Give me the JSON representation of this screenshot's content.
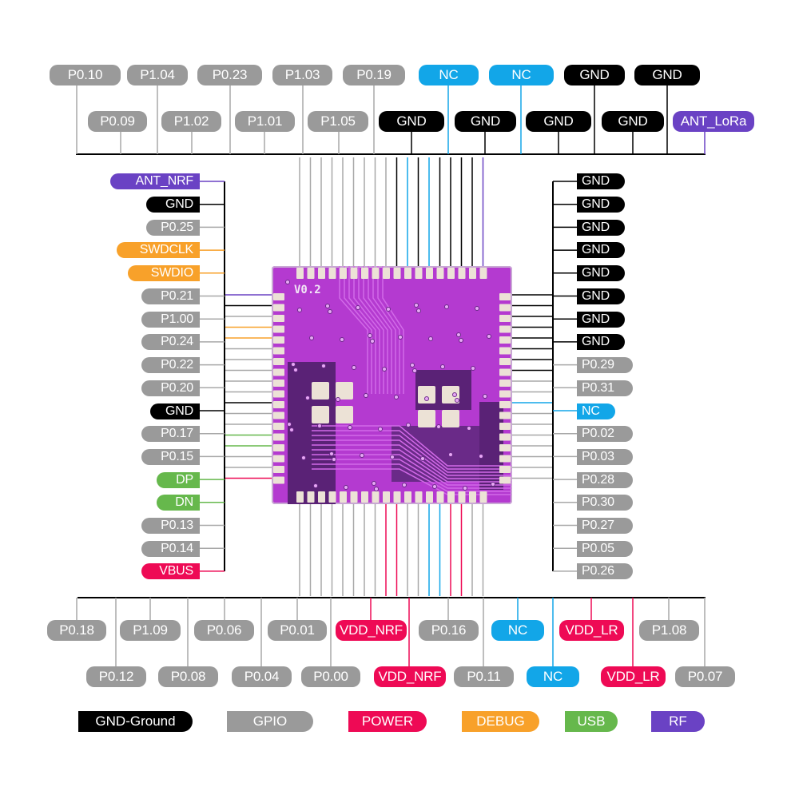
{
  "title": "Pinout diagram",
  "colors": {
    "GND": "#000000",
    "GPIO": "#9a9a9a",
    "POWER": "#ee0a55",
    "DEBUG": "#f8a12a",
    "USB": "#66b84c",
    "RF": "#6a42c4",
    "NC": "#12a6e8"
  },
  "chip": {
    "silkscreen": "V0.2",
    "body_color": "#b43ad0"
  },
  "top": {
    "row1": [
      {
        "label": "P0.10",
        "type": "GPIO"
      },
      {
        "label": "P1.04",
        "type": "GPIO"
      },
      {
        "label": "P0.23",
        "type": "GPIO"
      },
      {
        "label": "P1.03",
        "type": "GPIO"
      },
      {
        "label": "P0.19",
        "type": "GPIO"
      },
      {
        "label": "NC",
        "type": "NC"
      },
      {
        "label": "NC",
        "type": "NC"
      },
      {
        "label": "GND",
        "type": "GND"
      },
      {
        "label": "GND",
        "type": "GND"
      }
    ],
    "row2": [
      {
        "label": "P0.09",
        "type": "GPIO"
      },
      {
        "label": "P1.02",
        "type": "GPIO"
      },
      {
        "label": "P1.01",
        "type": "GPIO"
      },
      {
        "label": "P1.05",
        "type": "GPIO"
      },
      {
        "label": "GND",
        "type": "GND"
      },
      {
        "label": "GND",
        "type": "GND"
      },
      {
        "label": "GND",
        "type": "GND"
      },
      {
        "label": "GND",
        "type": "GND"
      },
      {
        "label": "ANT_LoRa",
        "type": "RF"
      }
    ],
    "chip_pin_types": [
      "GPIO",
      "GPIO",
      "GPIO",
      "GPIO",
      "GPIO",
      "GPIO",
      "GPIO",
      "GPIO",
      "GPIO",
      "GND",
      "NC",
      "GND",
      "NC",
      "GND",
      "GND",
      "GND",
      "GND",
      "RF"
    ]
  },
  "left": {
    "labels": [
      {
        "label": "ANT_NRF",
        "type": "RF"
      },
      {
        "label": "GND",
        "type": "GND"
      },
      {
        "label": "P0.25",
        "type": "GPIO"
      },
      {
        "label": "SWDCLK",
        "type": "DEBUG"
      },
      {
        "label": "SWDIO",
        "type": "DEBUG"
      },
      {
        "label": "P0.21",
        "type": "GPIO"
      },
      {
        "label": "P1.00",
        "type": "GPIO"
      },
      {
        "label": "P0.24",
        "type": "GPIO"
      },
      {
        "label": "P0.22",
        "type": "GPIO"
      },
      {
        "label": "P0.20",
        "type": "GPIO"
      },
      {
        "label": "GND",
        "type": "GND"
      },
      {
        "label": "P0.17",
        "type": "GPIO"
      },
      {
        "label": "P0.15",
        "type": "GPIO"
      },
      {
        "label": "DP",
        "type": "USB"
      },
      {
        "label": "DN",
        "type": "USB"
      },
      {
        "label": "P0.13",
        "type": "GPIO"
      },
      {
        "label": "P0.14",
        "type": "GPIO"
      },
      {
        "label": "VBUS",
        "type": "POWER"
      }
    ],
    "chip_pin_types": [
      "RF",
      "GND",
      "GPIO",
      "DEBUG",
      "DEBUG",
      "GPIO",
      "GPIO",
      "GPIO",
      "GPIO",
      "GPIO",
      "GND",
      "GPIO",
      "GPIO",
      "USB",
      "USB",
      "GPIO",
      "GPIO",
      "POWER"
    ]
  },
  "right": {
    "labels": [
      {
        "label": "GND",
        "type": "GND"
      },
      {
        "label": "GND",
        "type": "GND"
      },
      {
        "label": "GND",
        "type": "GND"
      },
      {
        "label": "GND",
        "type": "GND"
      },
      {
        "label": "GND",
        "type": "GND"
      },
      {
        "label": "GND",
        "type": "GND"
      },
      {
        "label": "GND",
        "type": "GND"
      },
      {
        "label": "GND",
        "type": "GND"
      },
      {
        "label": "P0.29",
        "type": "GPIO"
      },
      {
        "label": "P0.31",
        "type": "GPIO"
      },
      {
        "label": "NC",
        "type": "NC"
      },
      {
        "label": "P0.02",
        "type": "GPIO"
      },
      {
        "label": "P0.03",
        "type": "GPIO"
      },
      {
        "label": "P0.28",
        "type": "GPIO"
      },
      {
        "label": "P0.30",
        "type": "GPIO"
      },
      {
        "label": "P0.27",
        "type": "GPIO"
      },
      {
        "label": "P0.05",
        "type": "GPIO"
      },
      {
        "label": "P0.26",
        "type": "GPIO"
      }
    ],
    "chip_pin_types": [
      "GND",
      "GND",
      "GND",
      "GND",
      "GND",
      "GND",
      "GND",
      "GND",
      "GPIO",
      "GPIO",
      "NC",
      "GPIO",
      "GPIO",
      "GPIO",
      "GPIO",
      "GPIO",
      "GPIO",
      "GPIO"
    ]
  },
  "bottom": {
    "row1": [
      {
        "label": "P0.18",
        "type": "GPIO"
      },
      {
        "label": "P1.09",
        "type": "GPIO"
      },
      {
        "label": "P0.06",
        "type": "GPIO"
      },
      {
        "label": "P0.01",
        "type": "GPIO"
      },
      {
        "label": "VDD_NRF",
        "type": "POWER"
      },
      {
        "label": "P0.16",
        "type": "GPIO"
      },
      {
        "label": "NC",
        "type": "NC"
      },
      {
        "label": "VDD_LR",
        "type": "POWER"
      },
      {
        "label": "P1.08",
        "type": "GPIO"
      }
    ],
    "row2": [
      {
        "label": "P0.12",
        "type": "GPIO"
      },
      {
        "label": "P0.08",
        "type": "GPIO"
      },
      {
        "label": "P0.04",
        "type": "GPIO"
      },
      {
        "label": "P0.00",
        "type": "GPIO"
      },
      {
        "label": "VDD_NRF",
        "type": "POWER"
      },
      {
        "label": "P0.11",
        "type": "GPIO"
      },
      {
        "label": "NC",
        "type": "NC"
      },
      {
        "label": "VDD_LR",
        "type": "POWER"
      },
      {
        "label": "P0.07",
        "type": "GPIO"
      }
    ],
    "chip_pin_types": [
      "GPIO",
      "GPIO",
      "GPIO",
      "GPIO",
      "GPIO",
      "GPIO",
      "GPIO",
      "GPIO",
      "POWER",
      "POWER",
      "GPIO",
      "GPIO",
      "NC",
      "NC",
      "POWER",
      "POWER",
      "GPIO",
      "GPIO"
    ]
  },
  "legend": [
    {
      "label": "GND-Ground",
      "type": "GND"
    },
    {
      "label": "GPIO",
      "type": "GPIO"
    },
    {
      "label": "POWER",
      "type": "POWER"
    },
    {
      "label": "DEBUG",
      "type": "DEBUG"
    },
    {
      "label": "USB",
      "type": "USB"
    },
    {
      "label": "RF",
      "type": "RF"
    }
  ]
}
